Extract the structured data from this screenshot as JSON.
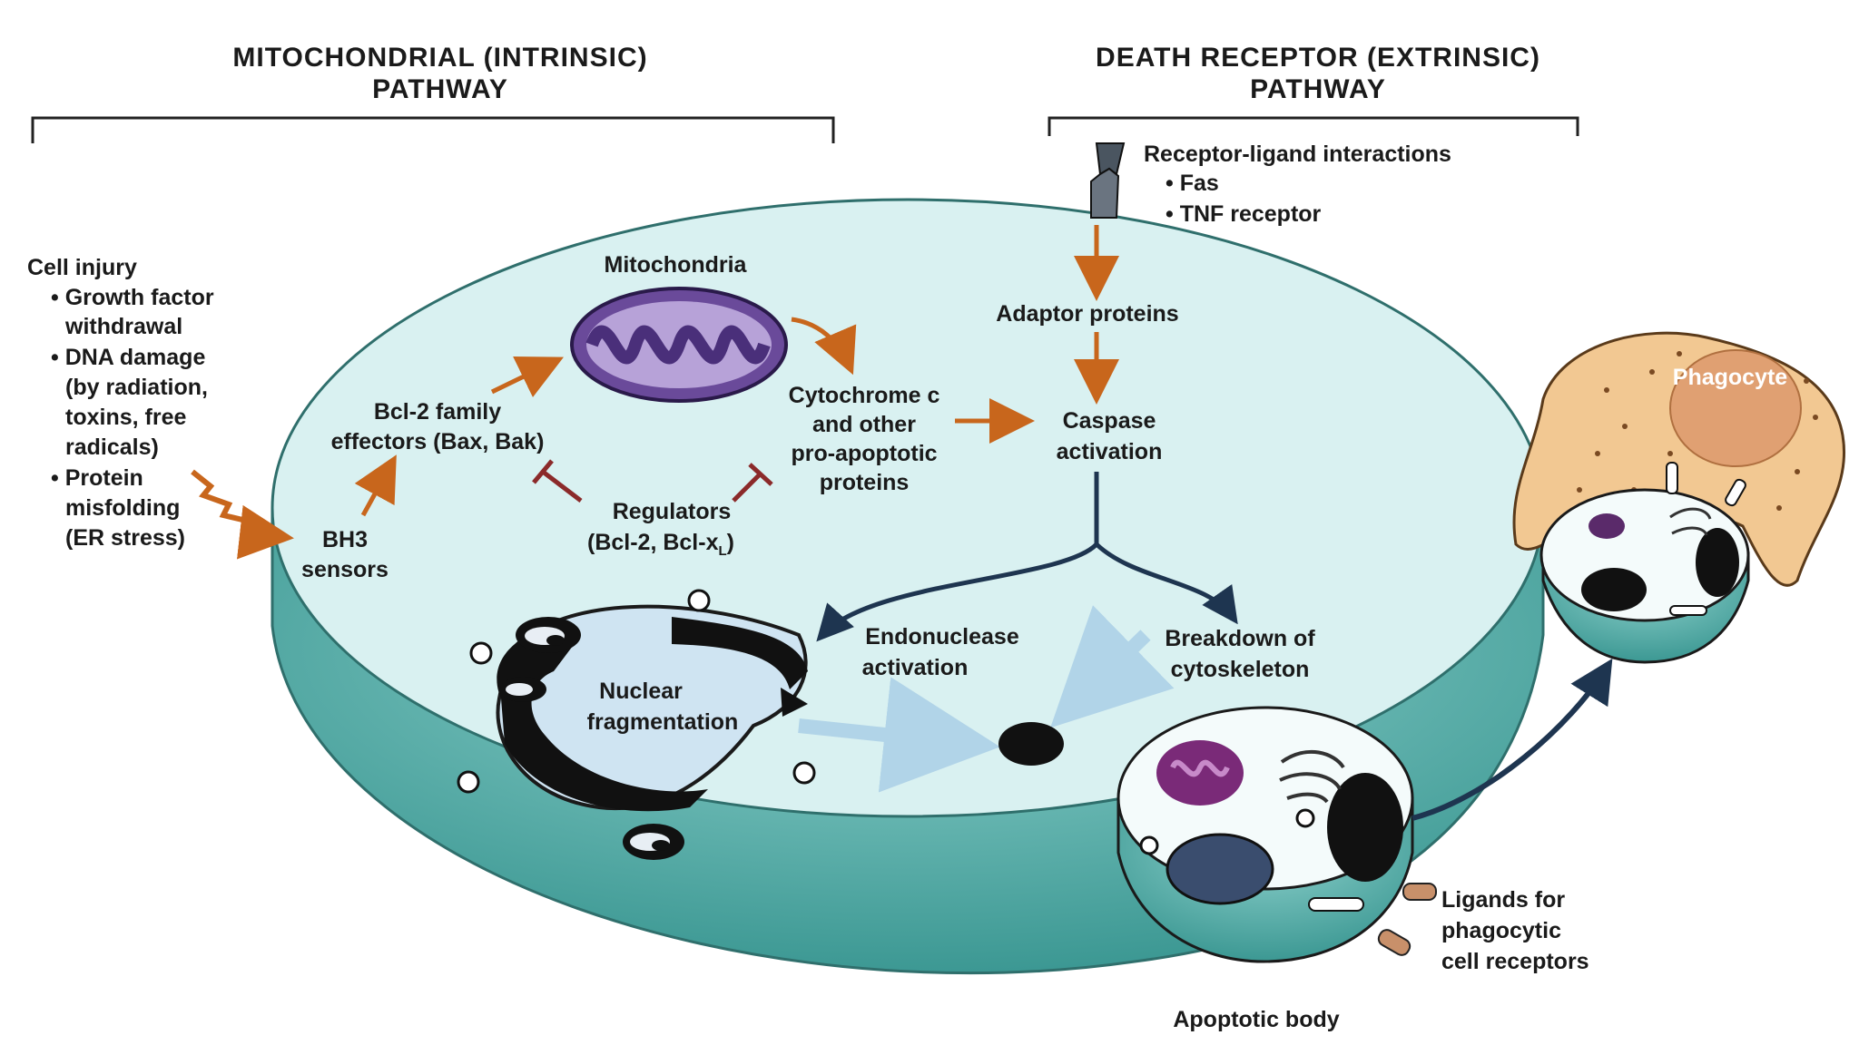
{
  "intrinsic": {
    "title_line1": "MITOCHONDRIAL (INTRINSIC)",
    "title_line2": "PATHWAY"
  },
  "extrinsic": {
    "title_line1": "DEATH RECEPTOR (EXTRINSIC)",
    "title_line2": "PATHWAY",
    "receptor_title": "Receptor-ligand interactions",
    "receptor_items": [
      "• Fas",
      "• TNF receptor"
    ]
  },
  "cell_injury": {
    "title": "Cell injury",
    "lines": [
      "• Growth factor",
      "withdrawal",
      "• DNA damage",
      "(by radiation,",
      "toxins, free",
      "radicals)",
      "• Protein",
      "misfolding",
      "(ER stress)"
    ]
  },
  "labels": {
    "mitochondria": "Mitochondria",
    "bcl2_line1": "Bcl-2 family",
    "bcl2_line2": "effectors (Bax, Bak)",
    "bh3_line1": "BH3",
    "bh3_line2": "sensors",
    "regulators_line1": "Regulators",
    "regulators_line2": "(Bcl-2, Bcl-x",
    "regulators_sub": "L",
    "regulators_close": ")",
    "cyto_line1": "Cytochrome c",
    "cyto_line2": "and other",
    "cyto_line3": "pro-apoptotic",
    "cyto_line4": "proteins",
    "adaptor": "Adaptor proteins",
    "caspase_line1": "Caspase",
    "caspase_line2": "activation",
    "endo_line1": "Endonuclease",
    "endo_line2": "activation",
    "breakdown_line1": "Breakdown of",
    "breakdown_line2": "cytoskeleton",
    "nuclear_line1": "Nuclear",
    "nuclear_line2": "fragmentation",
    "phagocyte": "Phagocyte",
    "ligands_line1": "Ligands for",
    "ligands_line2": "phagocytic",
    "ligands_line3": "cell receptors",
    "apoptotic_body": "Apoptotic body"
  },
  "colors": {
    "cell_top": "#d9f1f1",
    "cell_side": "#5fb7b3",
    "arrow_orange": "#c8661c",
    "arrow_dark": "#1e3550",
    "inhibit": "#8b2a2a",
    "mito": "#6a4a9a",
    "phagocyte": "#f2c892"
  }
}
